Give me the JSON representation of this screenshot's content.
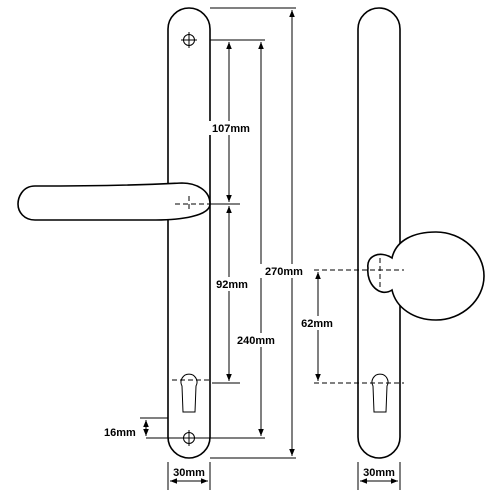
{
  "colors": {
    "line": "#000000",
    "background": "#ffffff"
  },
  "dimensions": {
    "d107": "107mm",
    "d92": "92mm",
    "d240": "240mm",
    "d270": "270mm",
    "d62": "62mm",
    "d16": "16mm",
    "d30_left": "30mm",
    "d30_right": "30mm"
  },
  "parts": {
    "left": "lever handle backplate",
    "right": "knob backplate"
  }
}
